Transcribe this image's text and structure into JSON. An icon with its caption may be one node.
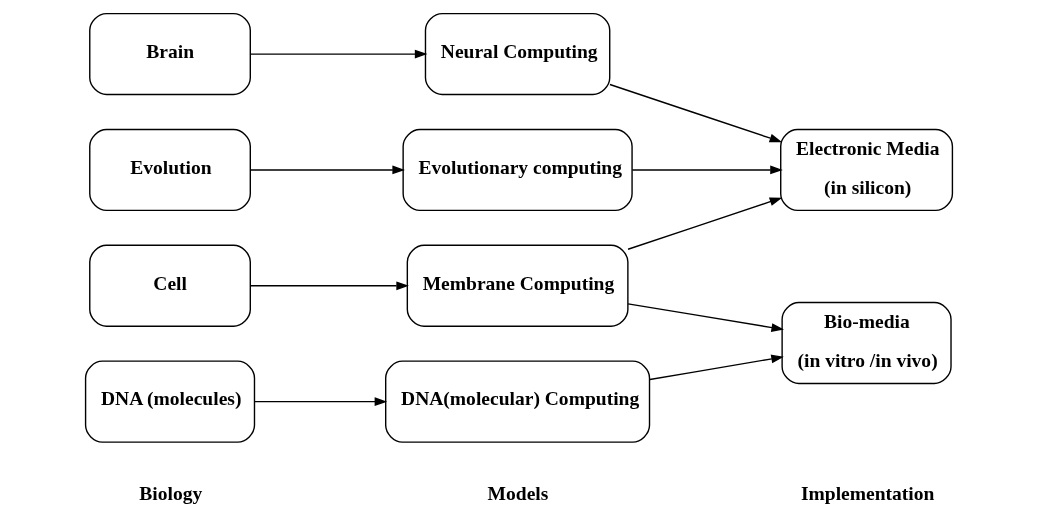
{
  "diagram": {
    "nodes": [
      {
        "text": [
          "Brain"
        ]
      },
      {
        "text": [
          "Evolution"
        ]
      },
      {
        "text": [
          "DNA (molecules)"
        ]
      },
      {
        "text": [
          "Cell"
        ]
      },
      {
        "text": [
          "Neural Computing"
        ]
      },
      {
        "text": [
          "Evolutionary computing"
        ]
      },
      {
        "text": [
          "DNA(molecular) Computing"
        ]
      },
      {
        "text": [
          "Membrane Computing"
        ]
      },
      {
        "text": [
          "Electronic Media",
          "(in silicon)"
        ]
      },
      {
        "text": [
          "Bio-media",
          "(in vitro /in vivo)"
        ]
      }
    ],
    "edges": [
      {
        "from": 0,
        "to": 4,
        "arrow": "to"
      },
      {
        "from": 1,
        "to": 5,
        "arrow": "to"
      },
      {
        "from": 2,
        "to": 6,
        "arrow": "to"
      },
      {
        "from": 3,
        "to": 7,
        "arrow": "to"
      },
      {
        "from": 4,
        "to": 8,
        "arrow": "to"
      },
      {
        "from": 5,
        "to": 8,
        "arrow": "to"
      },
      {
        "from": 7,
        "to": 8,
        "arrow": "to"
      },
      {
        "from": 6,
        "to": 9,
        "arrow": "to"
      },
      {
        "from": 7,
        "to": 9,
        "arrow": "to"
      }
    ],
    "labels": [
      "Biology",
      "Models",
      "Implementation"
    ]
  }
}
